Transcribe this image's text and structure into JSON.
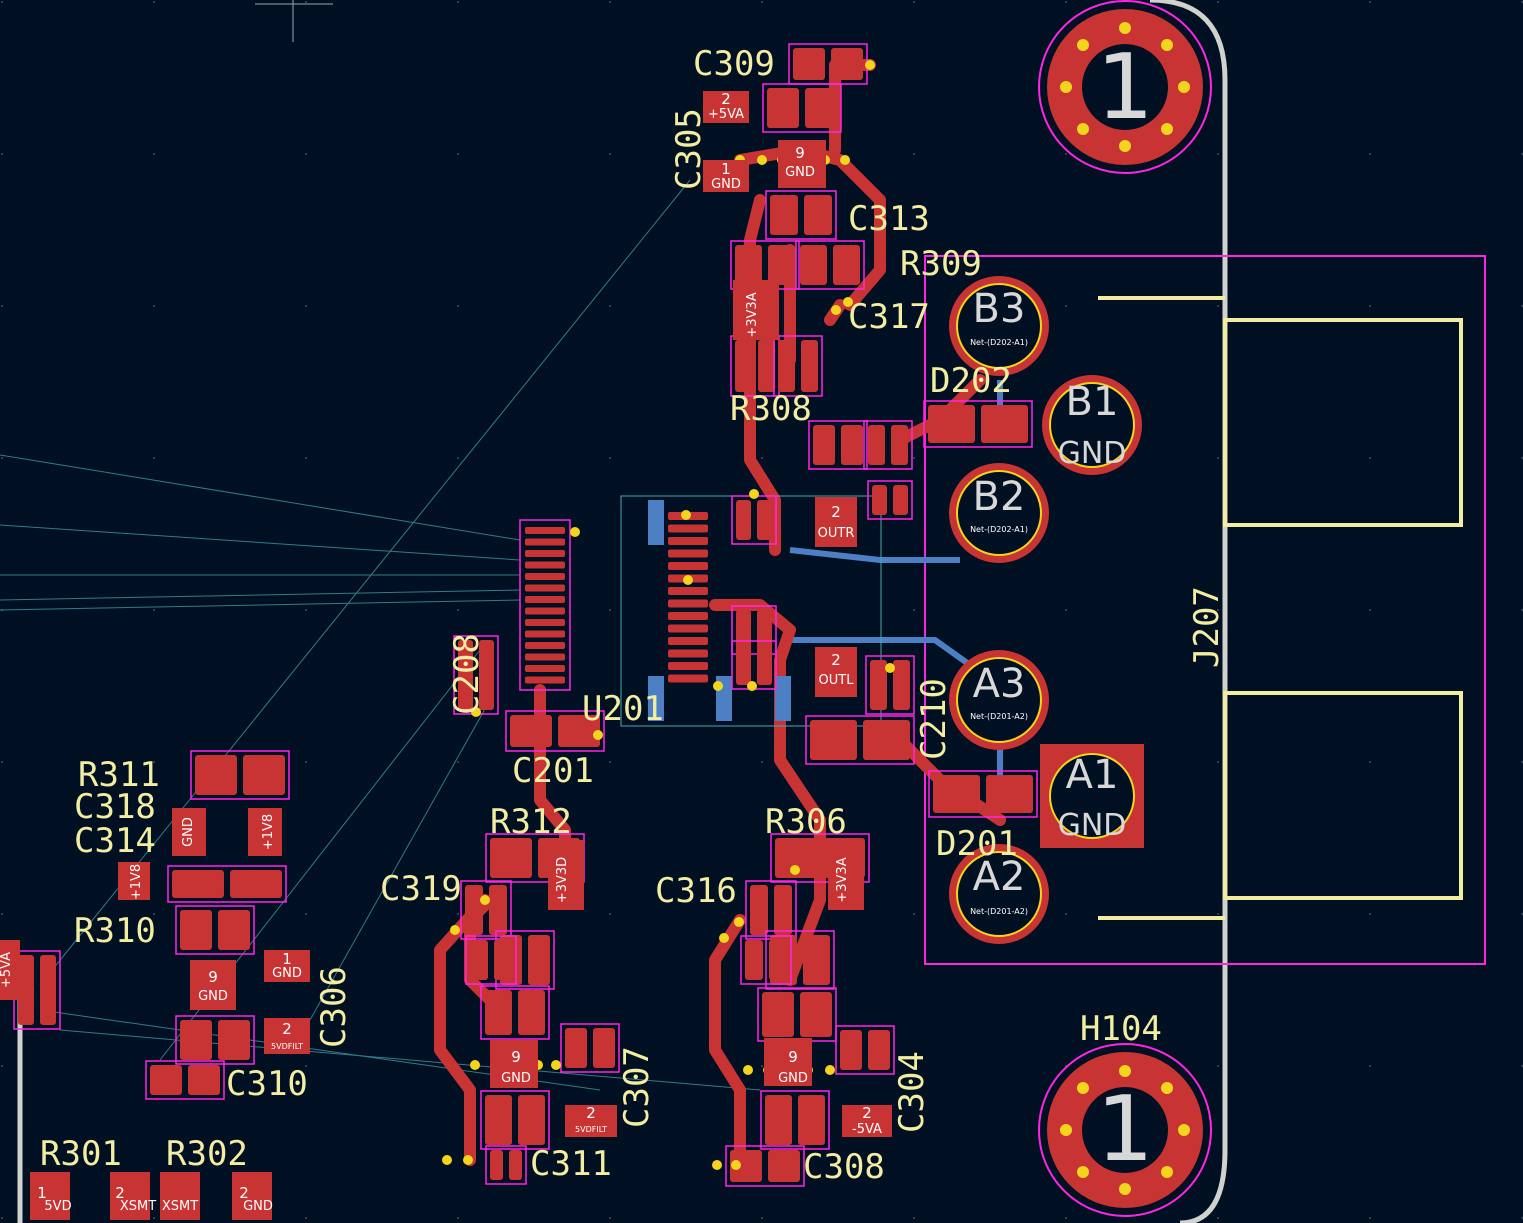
{
  "view": {
    "type": "pcb-layout",
    "colors": {
      "background": "#001023",
      "copper_front": "#c83434",
      "copper_back": "#4d7fc4",
      "silkscreen": "#f2eda1",
      "courtyard": "#ff26e2",
      "edge_cuts": "#d0d2cd",
      "ratsnest": "#4aa7b5",
      "fab": "#ffffff"
    }
  },
  "components": {
    "J207": "J207",
    "H104": "H104",
    "U201": "U201",
    "D201": "D201",
    "D202": "D202",
    "C201": "C201",
    "C208": "C208",
    "C210": "C210",
    "C304": "C304",
    "C305": "C305",
    "C306": "C306",
    "C307": "C307",
    "C308": "C308",
    "C309": "C309",
    "C310": "C310",
    "C311": "C311",
    "C313": "C313",
    "C314": "C314",
    "C316": "C316",
    "C317": "C317",
    "C318": "C318",
    "C319": "C319",
    "R301": "R301",
    "R302": "R302",
    "R306": "R306",
    "R308": "R308",
    "R309": "R309",
    "R310": "R310",
    "R311": "R311",
    "R312": "R312"
  },
  "jack_pins": {
    "B3": "B3",
    "B1": "B1",
    "B2": "B2",
    "A3": "A3",
    "A1": "A1",
    "A2": "A2",
    "gnd": "GND",
    "net_d202": "Net-(D202-A1)",
    "net_d201": "Net-(D201-A2)"
  },
  "holes": {
    "h_top": "1",
    "h_bottom": "1"
  },
  "pad_labels": {
    "gnd": "GND",
    "p5va": "+5VA",
    "m5va": "-5VA",
    "p3v3a": "+3V3A",
    "p3v3d": "+3V3D",
    "p1v8": "+1V8",
    "vdfilt": "5VDFILT",
    "p5vd": "5VD",
    "xsmt": "XSMT",
    "outl": "OUTL",
    "outr": "OUTR",
    "n1": "1",
    "n2": "2",
    "n9": "9"
  }
}
